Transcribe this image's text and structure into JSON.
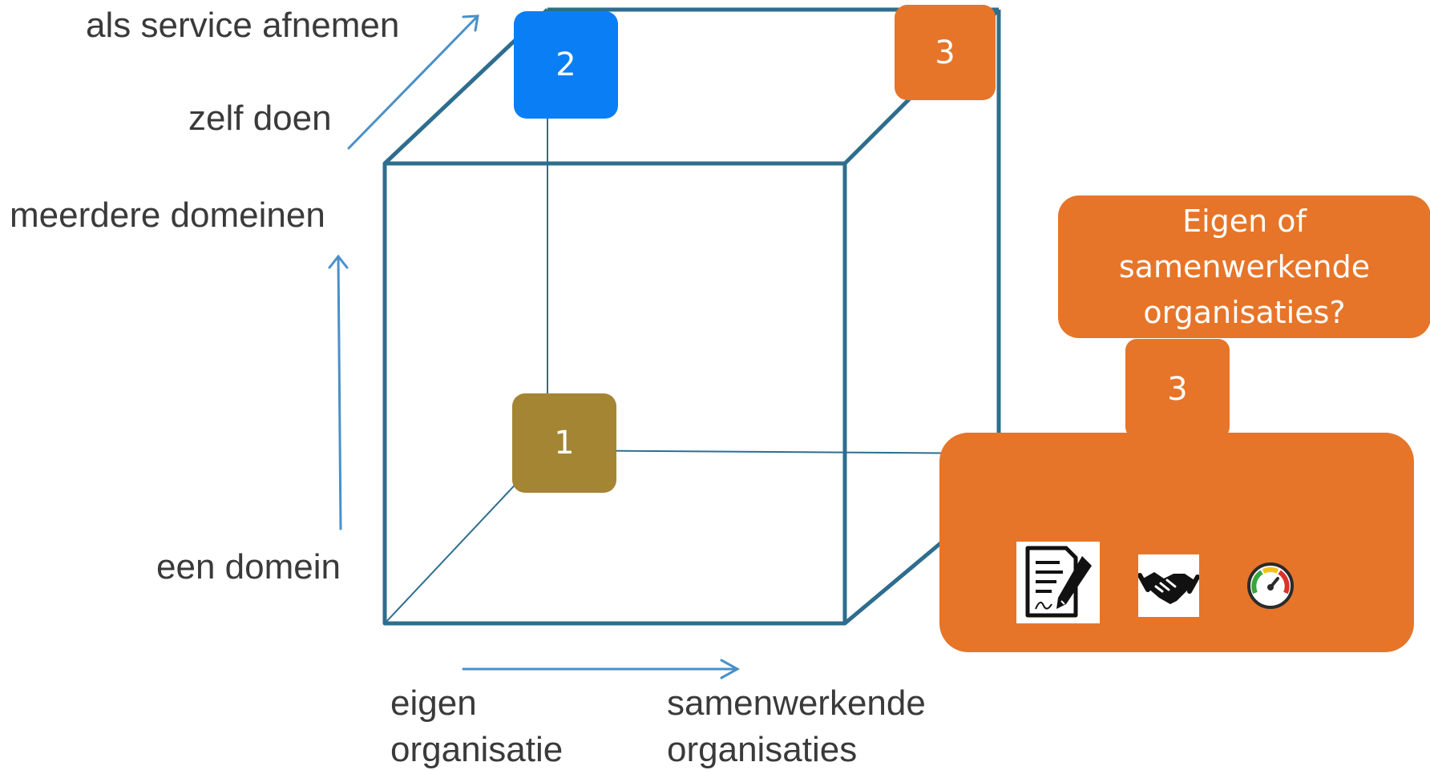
{
  "axes": {
    "depth_top": "als service afnemen",
    "depth_bottom": "zelf doen",
    "vertical_top": "meerdere domeinen",
    "vertical_bottom": "een domein",
    "horizontal_left_line1": "eigen",
    "horizontal_left_line2": "organisatie",
    "horizontal_right_line1": "samenwerkende",
    "horizontal_right_line2": "organisaties"
  },
  "badges": {
    "one": "1",
    "two": "2",
    "three_top": "3",
    "three_tab": "3"
  },
  "callout": {
    "line1": "Eigen of",
    "line2": "samenwerkende",
    "line3": "organisaties?"
  },
  "icons": [
    "contract-icon",
    "handshake-icon",
    "gauge-icon"
  ],
  "colors": {
    "cube_line": "#2e6d8e",
    "arrow": "#4a90c8",
    "badge_olive": "#a48533",
    "badge_blue": "#0a7ff5",
    "accent_orange": "#e67529"
  }
}
